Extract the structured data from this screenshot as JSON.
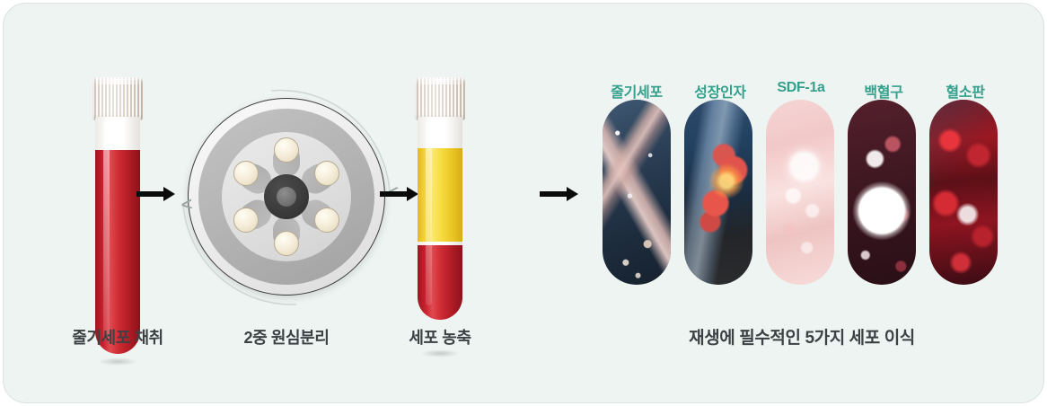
{
  "panel": {
    "background_color": "#eef4f1",
    "border_color": "#d9e2de"
  },
  "accent_color": "#34a08c",
  "caption_color": "#3c4144",
  "steps": [
    {
      "id": "blood-draw",
      "caption": "줄기세포 채취",
      "visual": "test-tube-whole-blood",
      "tube_segments": [
        {
          "name": "label-band",
          "color": "#ffffff"
        },
        {
          "name": "whole-blood",
          "color": "#c8222e"
        }
      ]
    },
    {
      "id": "double-centrifugation",
      "caption": "2중 원심분리",
      "visual": "centrifuge-rotor",
      "well_count": 6
    },
    {
      "id": "cell-concentration",
      "caption": "세포 농축",
      "visual": "test-tube-separated",
      "tube_segments": [
        {
          "name": "label-band",
          "color": "#ffffff"
        },
        {
          "name": "plasma",
          "color": "#f3d437"
        },
        {
          "name": "red-cells",
          "color": "#c8222e"
        }
      ]
    }
  ],
  "arrows": [
    {
      "name": "arrow-draw-to-centrifuge"
    },
    {
      "name": "arrow-centrifuge-to-concentration"
    },
    {
      "name": "arrow-concentration-to-cells"
    }
  ],
  "cells": {
    "caption": "재생에 필수적인 5가지 세포 이식",
    "items": [
      {
        "label": "줄기세포",
        "image": "dna-helix-stem-cell"
      },
      {
        "label": "성장인자",
        "image": "growth-factor-cells"
      },
      {
        "label": "SDF-1a",
        "image": "sdf1a-droplets"
      },
      {
        "label": "백혈구",
        "image": "white-blood-cell"
      },
      {
        "label": "혈소판",
        "image": "platelets-clot"
      }
    ]
  }
}
